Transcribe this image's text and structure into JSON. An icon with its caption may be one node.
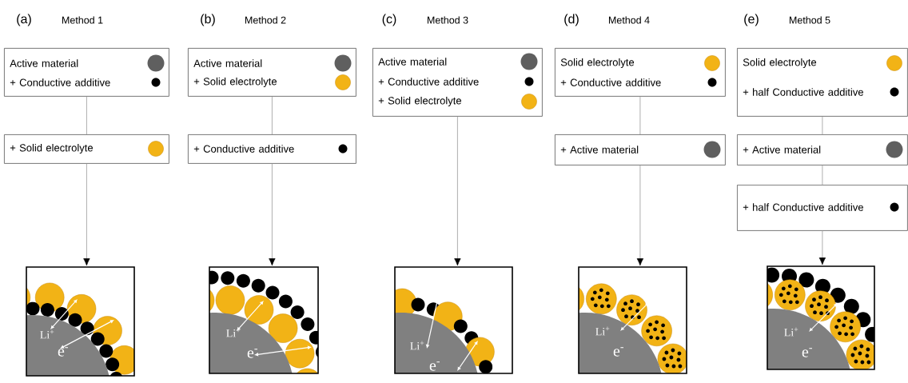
{
  "diagram": {
    "nodes": [
      {
        "text": [
          "Active material",
          "+ Conductive additive"
        ]
      },
      {
        "text": [
          "+ Solid electrolyte"
        ]
      },
      {
        "text": [
          "Li$^{+}$",
          "e$^{-}$"
        ]
      },
      {
        "text": [
          "Active material",
          "+ Solid electrolyte"
        ]
      },
      {
        "text": [
          "+ Conductive additive"
        ]
      },
      {
        "text": [
          "Li$^{+}$",
          "e$^{-}$"
        ]
      },
      {
        "text": [
          "Active material",
          "+ Conductive additive",
          "+ Solid electrolyte"
        ]
      },
      {
        "text": [
          "Li$^{+}$",
          "e$^{-}$"
        ]
      },
      {
        "text": [
          "Solid electrolyte",
          "+ Conductive additive"
        ]
      },
      {
        "text": [
          "+ Active material"
        ]
      },
      {
        "text": [
          "Li$^{+}$",
          "e$^{-}$"
        ]
      },
      {
        "text": [
          "Solid electrolyte",
          "+ half Conductive additive"
        ]
      },
      {
        "text": [
          "+ Active material"
        ]
      },
      {
        "text": [
          "+ half Conductive additive"
        ]
      },
      {
        "text": [
          "Li$^{+}$",
          "e$^{-}$"
        ]
      }
    ],
    "edges": [
      {
        "from": 0,
        "to": 1,
        "arrow": "none"
      },
      {
        "from": 1,
        "to": 2,
        "arrow": "to"
      },
      {
        "from": 3,
        "to": 4,
        "arrow": "none"
      },
      {
        "from": 4,
        "to": 5,
        "arrow": "to"
      },
      {
        "from": 6,
        "to": 7,
        "arrow": "to"
      },
      {
        "from": 8,
        "to": 9,
        "arrow": "none"
      },
      {
        "from": 9,
        "to": 10,
        "arrow": "to"
      },
      {
        "from": 11,
        "to": 12,
        "arrow": "none"
      },
      {
        "from": 12,
        "to": 13,
        "arrow": "none"
      },
      {
        "from": 13,
        "to": 14,
        "arrow": "to"
      }
    ],
    "labels": [
      "(a)",
      "Method 1",
      "(b)",
      "Method 2",
      "(c)",
      "Method 3",
      "(d)",
      "Method 4",
      "(e)",
      "Method 5"
    ]
  }
}
